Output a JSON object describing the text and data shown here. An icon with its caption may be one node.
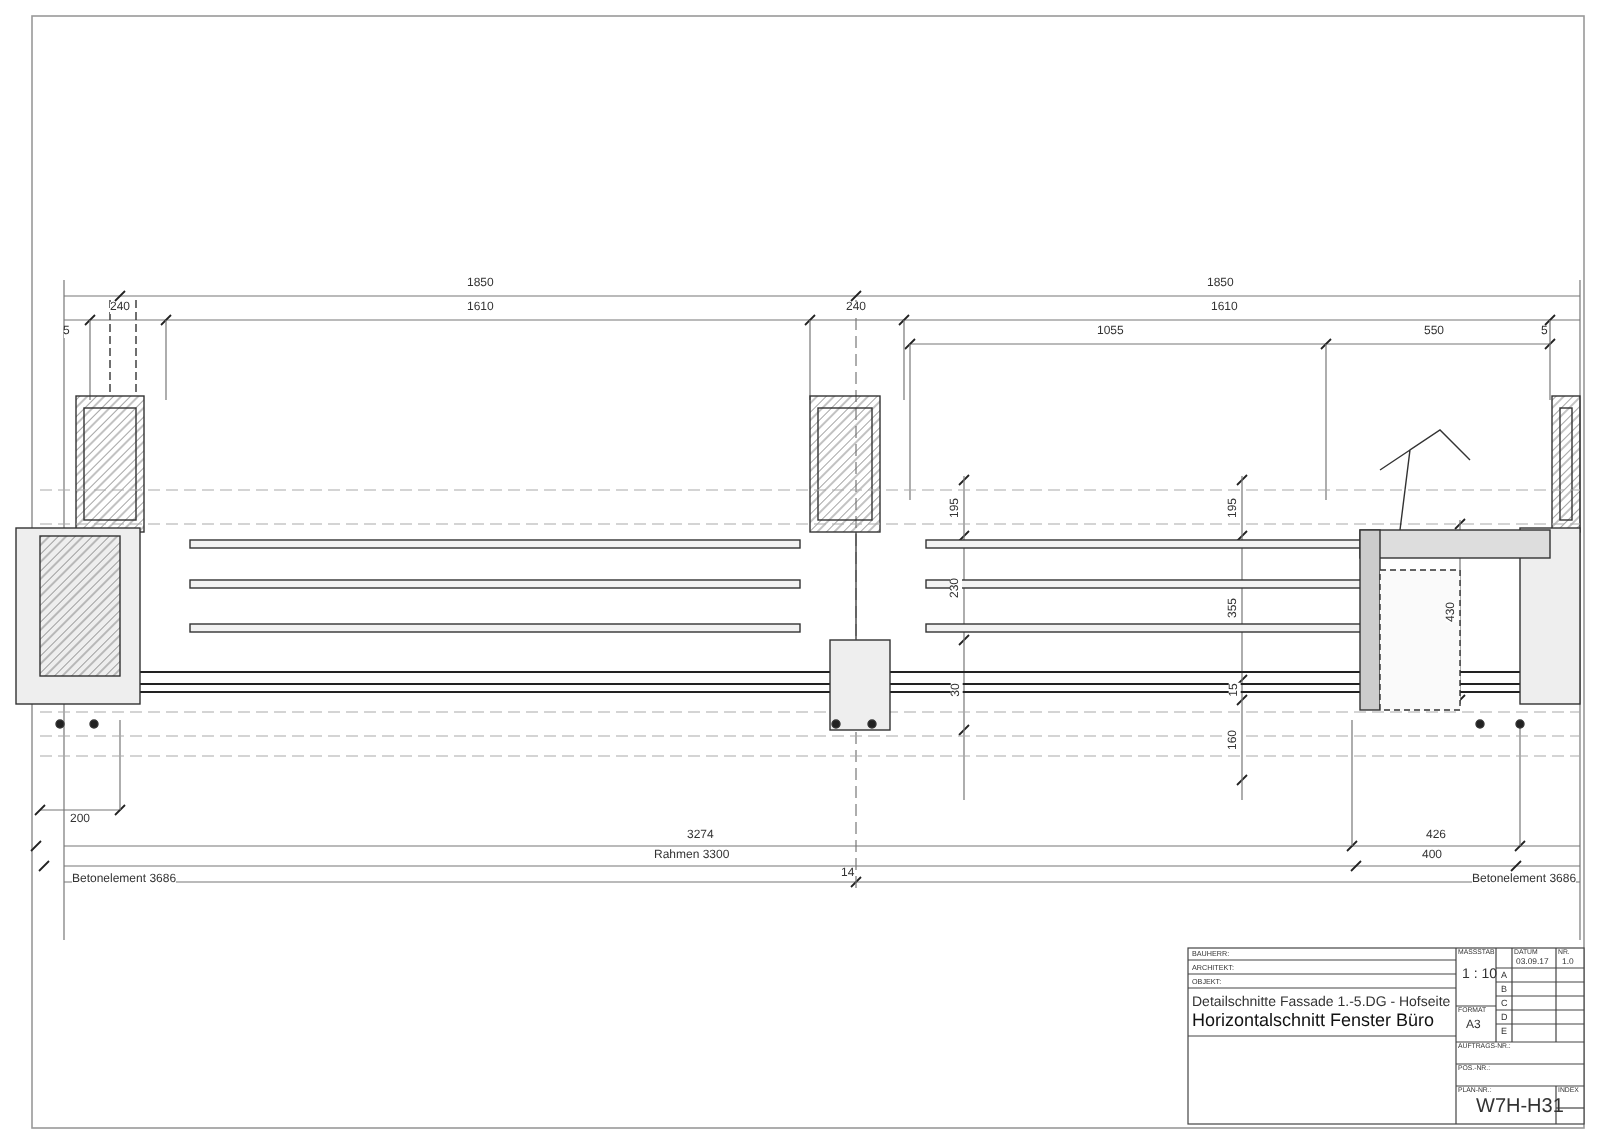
{
  "diagram": {
    "title": "Horizontalschnitt Fenster Büro",
    "labels": [
      "1850",
      "1850",
      "240",
      "1610",
      "240",
      "1610",
      "5",
      "1055",
      "550",
      "5",
      "195",
      "195",
      "230",
      "355",
      "430",
      "30",
      "15",
      "160",
      "200",
      "3274",
      "426",
      "Rahmen 3300",
      "400",
      "Betonelement 3686",
      "14",
      "Betonelement 3686",
      "BAUHERR:",
      "ARCHITEKT:",
      "OBJEKT:",
      "Detailschnitte Fassade 1.-5.DG - Hofseite",
      "MASSSTAB",
      "1 : 10",
      "DATUM",
      "03.09.17",
      "NR.",
      "1.0",
      "A",
      "B",
      "C",
      "D",
      "E",
      "FORMAT",
      "A3",
      "AUFTRAGS-NR.:",
      "POS.-NR.:",
      "PLAN-NR.:",
      "W7H-H31",
      "INDEX"
    ]
  }
}
